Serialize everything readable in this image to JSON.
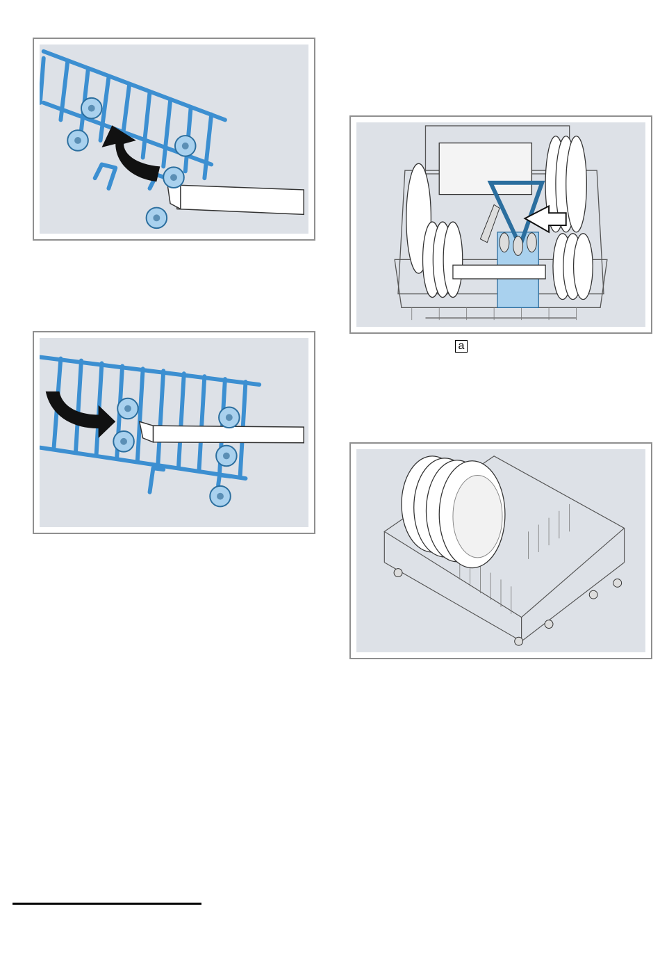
{
  "figures": [
    {
      "name": "upper-basket-raise-step"
    },
    {
      "name": "upper-basket-lower-step"
    },
    {
      "name": "upper-basket-loaded-front-view"
    },
    {
      "name": "lower-basket-plates-view"
    }
  ],
  "callout": {
    "label": "a"
  },
  "colors": {
    "panel": "#dde1e7",
    "basket_wire": "#3c8fd1",
    "roller": "#a9d1ee",
    "arrow": "#111111",
    "frame": "#8f8f8f"
  }
}
